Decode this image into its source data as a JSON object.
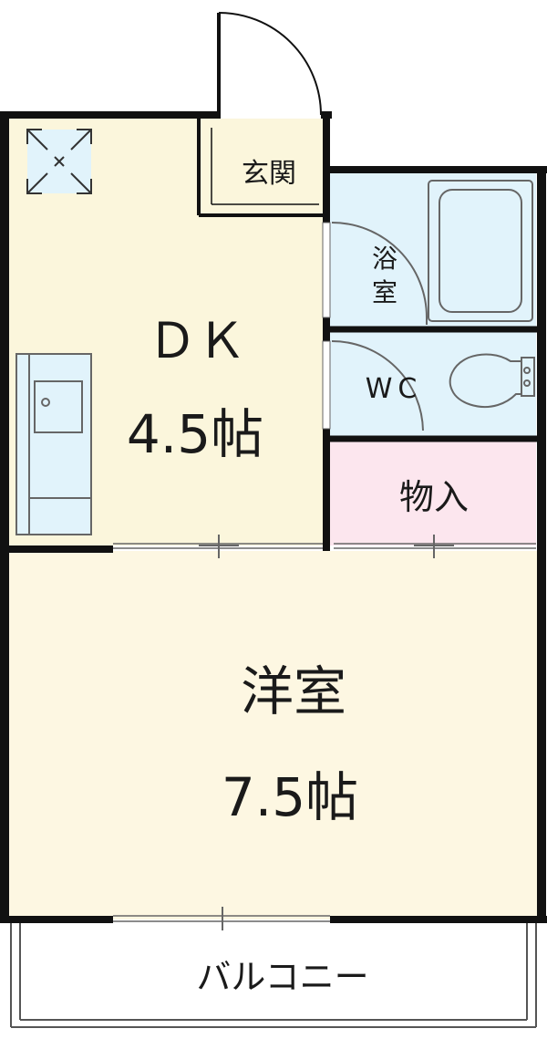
{
  "rooms": {
    "entrance": {
      "label": "玄関"
    },
    "dining_kitchen": {
      "label": "ＤＫ",
      "size": "4.5帖"
    },
    "bath": {
      "label_line1": "浴",
      "label_line2": "室"
    },
    "toilet": {
      "label": "WC"
    },
    "storage": {
      "label": "物入"
    },
    "western_room": {
      "label": "洋室",
      "size": "7.5帖"
    },
    "balcony": {
      "label": "バルコニー"
    }
  },
  "colors": {
    "wall": "#111111",
    "dining_kitchen_fill": "#fbf6dc",
    "wet_area_fill": "#e1f3fb",
    "storage_fill": "#fce6ee",
    "western_room_fill": "#fdf7e2",
    "fixture_outline": "#666666"
  }
}
